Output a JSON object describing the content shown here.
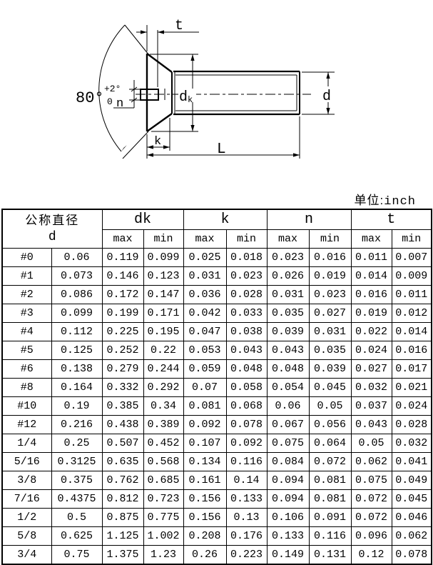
{
  "unit_label": {
    "prefix": "单位:",
    "value": "inch"
  },
  "diagram": {
    "labels": {
      "slot_depth": "t",
      "angle": "80°",
      "angle_tol_upper": "+2°",
      "angle_tol_lower": "0",
      "slot_width": "n",
      "head_dia_main": "d",
      "head_dia_sub": "k",
      "head_height": "k",
      "length": "L",
      "shank_dia": "d"
    }
  },
  "table": {
    "header": {
      "diameter_title": "公称直径",
      "diameter_symbol": "d",
      "groups": [
        "dk",
        "k",
        "n",
        "t"
      ],
      "sub": [
        "max",
        "min"
      ]
    },
    "rows": [
      {
        "size": "#0",
        "d": "0.06",
        "values": [
          "0.119",
          "0.099",
          "0.025",
          "0.018",
          "0.023",
          "0.016",
          "0.011",
          "0.007"
        ]
      },
      {
        "size": "#1",
        "d": "0.073",
        "values": [
          "0.146",
          "0.123",
          "0.031",
          "0.023",
          "0.026",
          "0.019",
          "0.014",
          "0.009"
        ]
      },
      {
        "size": "#2",
        "d": "0.086",
        "values": [
          "0.172",
          "0.147",
          "0.036",
          "0.028",
          "0.031",
          "0.023",
          "0.016",
          "0.011"
        ]
      },
      {
        "size": "#3",
        "d": "0.099",
        "values": [
          "0.199",
          "0.171",
          "0.042",
          "0.033",
          "0.035",
          "0.027",
          "0.019",
          "0.012"
        ]
      },
      {
        "size": "#4",
        "d": "0.112",
        "values": [
          "0.225",
          "0.195",
          "0.047",
          "0.038",
          "0.039",
          "0.031",
          "0.022",
          "0.014"
        ]
      },
      {
        "size": "#5",
        "d": "0.125",
        "values": [
          "0.252",
          "0.22",
          "0.053",
          "0.043",
          "0.043",
          "0.035",
          "0.024",
          "0.016"
        ]
      },
      {
        "size": "#6",
        "d": "0.138",
        "values": [
          "0.279",
          "0.244",
          "0.059",
          "0.048",
          "0.048",
          "0.039",
          "0.027",
          "0.017"
        ]
      },
      {
        "size": "#8",
        "d": "0.164",
        "values": [
          "0.332",
          "0.292",
          "0.07",
          "0.058",
          "0.054",
          "0.045",
          "0.032",
          "0.021"
        ]
      },
      {
        "size": "#10",
        "d": "0.19",
        "values": [
          "0.385",
          "0.34",
          "0.081",
          "0.068",
          "0.06",
          "0.05",
          "0.037",
          "0.024"
        ]
      },
      {
        "size": "#12",
        "d": "0.216",
        "values": [
          "0.438",
          "0.389",
          "0.092",
          "0.078",
          "0.067",
          "0.056",
          "0.043",
          "0.028"
        ]
      },
      {
        "size": "1/4",
        "d": "0.25",
        "values": [
          "0.507",
          "0.452",
          "0.107",
          "0.092",
          "0.075",
          "0.064",
          "0.05",
          "0.032"
        ]
      },
      {
        "size": "5/16",
        "d": "0.3125",
        "values": [
          "0.635",
          "0.568",
          "0.134",
          "0.116",
          "0.084",
          "0.072",
          "0.062",
          "0.041"
        ]
      },
      {
        "size": "3/8",
        "d": "0.375",
        "values": [
          "0.762",
          "0.685",
          "0.161",
          "0.14",
          "0.094",
          "0.081",
          "0.075",
          "0.049"
        ]
      },
      {
        "size": "7/16",
        "d": "0.4375",
        "values": [
          "0.812",
          "0.723",
          "0.156",
          "0.133",
          "0.094",
          "0.081",
          "0.072",
          "0.045"
        ]
      },
      {
        "size": "1/2",
        "d": "0.5",
        "values": [
          "0.875",
          "0.775",
          "0.156",
          "0.13",
          "0.106",
          "0.091",
          "0.072",
          "0.046"
        ]
      },
      {
        "size": "5/8",
        "d": "0.625",
        "values": [
          "1.125",
          "1.002",
          "0.208",
          "0.176",
          "0.133",
          "0.116",
          "0.096",
          "0.062"
        ]
      },
      {
        "size": "3/4",
        "d": "0.75",
        "values": [
          "1.375",
          "1.23",
          "0.26",
          "0.223",
          "0.149",
          "0.131",
          "0.12",
          "0.078"
        ]
      }
    ]
  }
}
